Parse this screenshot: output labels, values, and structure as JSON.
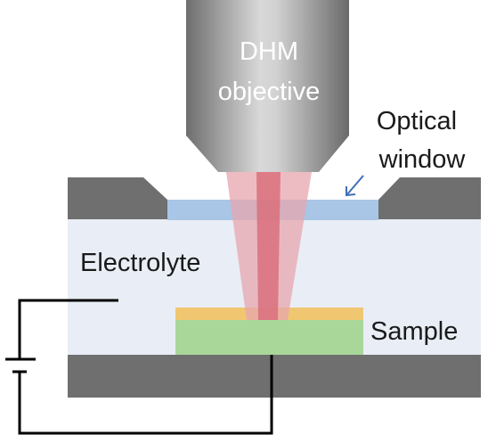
{
  "labels": {
    "objective_line1": "DHM",
    "objective_line2": "objective",
    "window_line1": "Optical",
    "window_line2": "window",
    "electrolyte": "Electrolyte",
    "sample": "Sample"
  },
  "colors": {
    "objective_gray": "#8c8c8c",
    "housing_gray": "#6f6f6f",
    "electrolyte": "#e9eef6",
    "optical_window": "#a9c6e6",
    "beam_outer": "#e7a6ad",
    "beam_inner": "#d9707c",
    "sample_layer": "#a9d79a",
    "electrode_layer": "#f1c670",
    "circuit": "#000000",
    "arrow": "#3f6fb6"
  },
  "icons": {
    "battery": "battery-icon",
    "arrow": "arrow-icon"
  }
}
